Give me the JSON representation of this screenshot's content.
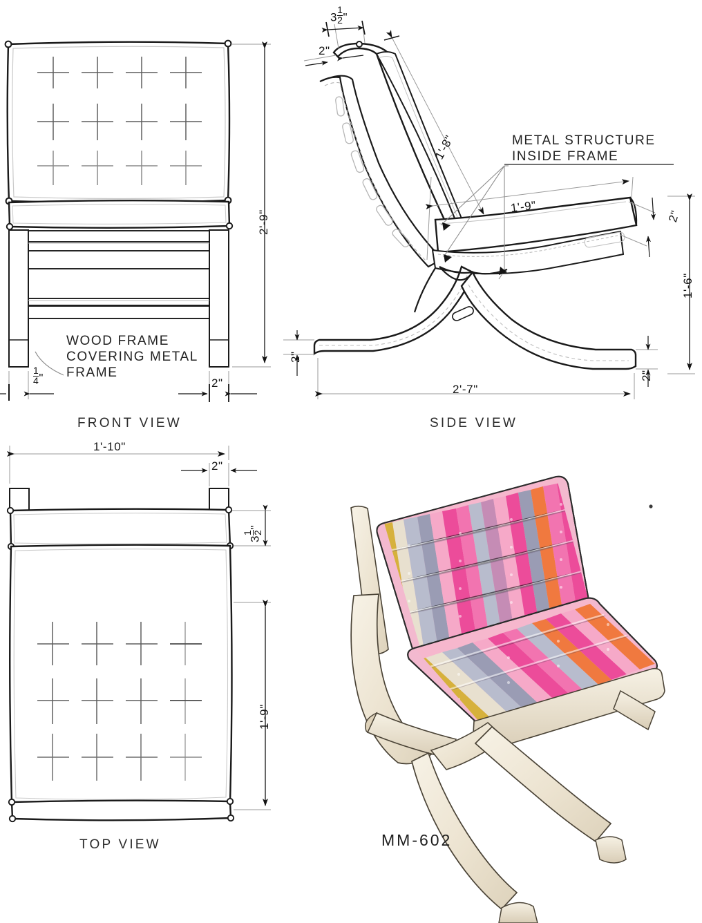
{
  "drawing": {
    "product_code": "MM-602",
    "views": [
      {
        "id": "front",
        "label": "FRONT VIEW"
      },
      {
        "id": "side",
        "label": "SIDE VIEW"
      },
      {
        "id": "top",
        "label": "TOP VIEW"
      }
    ],
    "notes": {
      "wood_frame": "WOOD FRAME\nCOVERING METAL\nFRAME",
      "metal_structure": "METAL STRUCTURE\nINSIDE FRAME"
    },
    "dimensions": {
      "front_height": "2'-9\"",
      "front_leg_thickness_whole": "",
      "front_leg_quarter_num": "1",
      "front_leg_quarter_den": "4",
      "front_leg_quarter_unit": "\"",
      "front_leg_width": "2\"",
      "side_back_top_whole": "3",
      "side_back_top_num": "1",
      "side_back_top_den": "2",
      "side_back_top_unit": "\"",
      "side_back_edge": "2\"",
      "side_back_height": "1'-8\"",
      "side_seat_depth": "1'-9\"",
      "side_seat_thickness": "2\"",
      "side_overall_height": "1'-6\"",
      "side_base_thickness_left": "2\"",
      "side_base_thickness_right": "2\"",
      "side_base_width": "2'-7\"",
      "top_width": "1'-10\"",
      "top_leg_offset": "2\"",
      "top_back_depth_whole": "3",
      "top_back_depth_num": "1",
      "top_back_depth_den": "2",
      "top_back_depth_unit": "\"",
      "top_seat_depth": "1'-9\""
    },
    "tufting": {
      "front_back_cols": 4,
      "front_back_rows": 3,
      "top_seat_cols": 4,
      "top_seat_rows": 3,
      "top_backrest_cols": 4,
      "top_backrest_rows": 3
    },
    "colors": {
      "line": "#1a1a1a",
      "thin_line": "#6e6e6e",
      "hidden_line": "#9a9a9a",
      "fill": "#ffffff",
      "frame_wood": "#efe8dc",
      "fabric_pink": "#f274b0",
      "fabric_hotpink": "#ec4c9a",
      "fabric_lightpink": "#f6a9c8",
      "fabric_orange": "#f0793f",
      "fabric_gray": "#9a9cb4",
      "fabric_bluegray": "#b8bccd",
      "fabric_yellow": "#d6b13c",
      "fabric_cream": "#ece3cf",
      "fabric_mauve": "#c58cb5"
    }
  }
}
